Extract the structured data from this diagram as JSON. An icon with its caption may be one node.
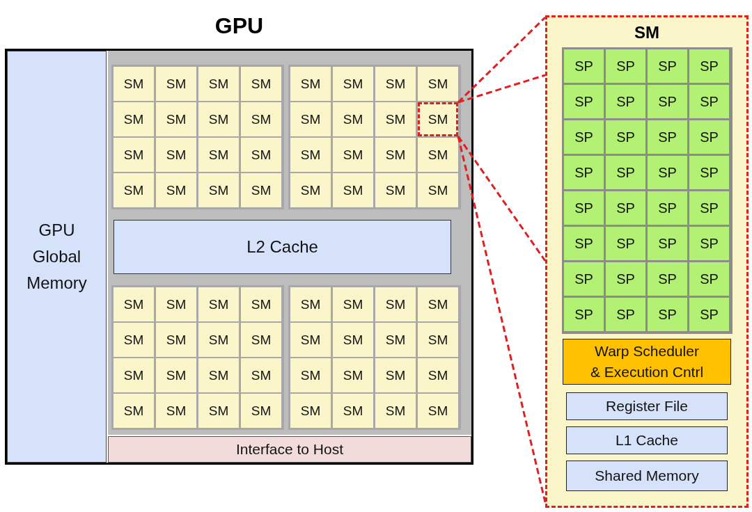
{
  "diagram": {
    "nodes": [
      {
        "text": [
          "GPU"
        ]
      },
      {
        "text": [
          "GPU Global Memory"
        ],
        "in": 0
      },
      {
        "text": [],
        "shape": "box",
        "in": 0
      },
      {
        "text": [],
        "shape": "box",
        "in": 2
      },
      {
        "text": [
          "SM"
        ],
        "in": 3
      },
      {
        "text": [
          "SM"
        ],
        "in": 3
      },
      {
        "text": [
          "SM"
        ],
        "in": 3
      },
      {
        "text": [
          "SM"
        ],
        "in": 3
      },
      {
        "text": [
          "SM"
        ],
        "in": 3
      },
      {
        "text": [
          "SM"
        ],
        "in": 3
      },
      {
        "text": [
          "SM"
        ],
        "in": 3
      },
      {
        "text": [
          "SM"
        ],
        "in": 3
      },
      {
        "text": [
          "SM"
        ],
        "in": 3
      },
      {
        "text": [
          "SM"
        ],
        "in": 3
      },
      {
        "text": [
          "SM"
        ],
        "in": 3
      },
      {
        "text": [
          "SM"
        ],
        "in": 3
      },
      {
        "text": [
          "SM"
        ],
        "in": 3
      },
      {
        "text": [
          "SM"
        ],
        "in": 3
      },
      {
        "text": [
          "SM"
        ],
        "in": 3
      },
      {
        "text": [
          "SM"
        ],
        "in": 3
      },
      {
        "text": [],
        "shape": "box",
        "in": 2
      },
      {
        "text": [
          "SM"
        ],
        "in": 20
      },
      {
        "text": [
          "SM"
        ],
        "in": 20
      },
      {
        "text": [
          "SM"
        ],
        "in": 20
      },
      {
        "text": [
          "SM"
        ],
        "in": 20
      },
      {
        "text": [
          "SM"
        ],
        "in": 20
      },
      {
        "text": [
          "SM"
        ],
        "in": 20
      },
      {
        "text": [
          "SM"
        ],
        "in": 20
      },
      {
        "text": [
          "SM"
        ],
        "in": 20
      },
      {
        "text": [
          "SM"
        ],
        "in": 20
      },
      {
        "text": [
          "SM"
        ],
        "in": 20
      },
      {
        "text": [
          "SM"
        ],
        "in": 20
      },
      {
        "text": [
          "SM"
        ],
        "in": 20
      },
      {
        "text": [
          "SM"
        ],
        "in": 20
      },
      {
        "text": [
          "SM"
        ],
        "in": 20
      },
      {
        "text": [
          "SM"
        ],
        "in": 20
      },
      {
        "text": [
          "SM"
        ],
        "in": 20
      },
      {
        "text": [
          "L2 Cache"
        ],
        "in": 2
      },
      {
        "text": [],
        "shape": "box",
        "in": 2
      },
      {
        "text": [
          "SM"
        ],
        "in": 38
      },
      {
        "text": [
          "SM"
        ],
        "in": 38
      },
      {
        "text": [
          "SM"
        ],
        "in": 38
      },
      {
        "text": [
          "SM"
        ],
        "in": 38
      },
      {
        "text": [
          "SM"
        ],
        "in": 38
      },
      {
        "text": [
          "SM"
        ],
        "in": 38
      },
      {
        "text": [
          "SM"
        ],
        "in": 38
      },
      {
        "text": [
          "SM"
        ],
        "in": 38
      },
      {
        "text": [
          "SM"
        ],
        "in": 38
      },
      {
        "text": [
          "SM"
        ],
        "in": 38
      },
      {
        "text": [
          "SM"
        ],
        "in": 38
      },
      {
        "text": [
          "SM"
        ],
        "in": 38
      },
      {
        "text": [
          "SM"
        ],
        "in": 38
      },
      {
        "text": [
          "SM"
        ],
        "in": 38
      },
      {
        "text": [
          "SM"
        ],
        "in": 38
      },
      {
        "text": [
          "SM"
        ],
        "in": 38
      },
      {
        "text": [],
        "shape": "box",
        "in": 2
      },
      {
        "text": [
          "SM"
        ],
        "in": 55
      },
      {
        "text": [
          "SM"
        ],
        "in": 55
      },
      {
        "text": [
          "SM"
        ],
        "in": 55
      },
      {
        "text": [
          "SM"
        ],
        "in": 55
      },
      {
        "text": [
          "SM"
        ],
        "in": 55
      },
      {
        "text": [
          "SM"
        ],
        "in": 55
      },
      {
        "text": [
          "SM"
        ],
        "in": 55
      },
      {
        "text": [
          "SM"
        ],
        "in": 55
      },
      {
        "text": [
          "SM"
        ],
        "in": 55
      },
      {
        "text": [
          "SM"
        ],
        "in": 55
      },
      {
        "text": [
          "SM"
        ],
        "in": 55
      },
      {
        "text": [
          "SM"
        ],
        "in": 55
      },
      {
        "text": [
          "SM"
        ],
        "in": 55
      },
      {
        "text": [
          "SM"
        ],
        "in": 55
      },
      {
        "text": [
          "SM"
        ],
        "in": 55
      },
      {
        "text": [
          "SM"
        ],
        "in": 55
      },
      {
        "text": [
          "Interface to Host"
        ],
        "in": 0
      },
      {
        "text": [
          "SM"
        ]
      },
      {
        "text": [],
        "shape": "box",
        "in": 73
      },
      {
        "text": [
          "SP"
        ],
        "in": 74
      },
      {
        "text": [
          "SP"
        ],
        "in": 74
      },
      {
        "text": [
          "SP"
        ],
        "in": 74
      },
      {
        "text": [
          "SP"
        ],
        "in": 74
      },
      {
        "text": [
          "SP"
        ],
        "in": 74
      },
      {
        "text": [
          "SP"
        ],
        "in": 74
      },
      {
        "text": [
          "SP"
        ],
        "in": 74
      },
      {
        "text": [
          "SP"
        ],
        "in": 74
      },
      {
        "text": [
          "SP"
        ],
        "in": 74
      },
      {
        "text": [
          "SP"
        ],
        "in": 74
      },
      {
        "text": [
          "SP"
        ],
        "in": 74
      },
      {
        "text": [
          "SP"
        ],
        "in": 74
      },
      {
        "text": [
          "SP"
        ],
        "in": 74
      },
      {
        "text": [
          "SP"
        ],
        "in": 74
      },
      {
        "text": [
          "SP"
        ],
        "in": 74
      },
      {
        "text": [
          "SP"
        ],
        "in": 74
      },
      {
        "text": [
          "SP"
        ],
        "in": 74
      },
      {
        "text": [
          "SP"
        ],
        "in": 74
      },
      {
        "text": [
          "SP"
        ],
        "in": 74
      },
      {
        "text": [
          "SP"
        ],
        "in": 74
      },
      {
        "text": [
          "SP"
        ],
        "in": 74
      },
      {
        "text": [
          "SP"
        ],
        "in": 74
      },
      {
        "text": [
          "SP"
        ],
        "in": 74
      },
      {
        "text": [
          "SP"
        ],
        "in": 74
      },
      {
        "text": [
          "SP"
        ],
        "in": 74
      },
      {
        "text": [
          "SP"
        ],
        "in": 74
      },
      {
        "text": [
          "SP"
        ],
        "in": 74
      },
      {
        "text": [
          "SP"
        ],
        "in": 74
      },
      {
        "text": [
          "SP"
        ],
        "in": 74
      },
      {
        "text": [
          "SP"
        ],
        "in": 74
      },
      {
        "text": [
          "SP"
        ],
        "in": 74
      },
      {
        "text": [
          "SP"
        ],
        "in": 74
      },
      {
        "text": [
          "Warp Scheduler & Execution Cntrl"
        ],
        "in": 73
      },
      {
        "text": [
          "Register File"
        ],
        "in": 73
      },
      {
        "text": [
          "L1 Cache"
        ],
        "in": 73
      },
      {
        "text": [
          "Shared Memory"
        ],
        "in": 73
      }
    ],
    "edges": [
      {
        "from": 28,
        "to": 73,
        "arrow": "none",
        "style": "dashed",
        "color": "#e02020"
      },
      {
        "from": 28,
        "to": 73,
        "arrow": "none",
        "style": "dashed",
        "color": "#e02020"
      },
      {
        "from": 28,
        "to": 73,
        "arrow": "none",
        "style": "dashed",
        "color": "#e02020"
      },
      {
        "from": 28,
        "to": 73,
        "arrow": "none",
        "style": "dashed",
        "color": "#e02020"
      }
    ]
  }
}
